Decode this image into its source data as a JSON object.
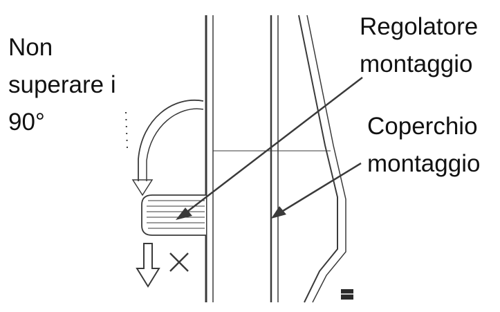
{
  "labels": {
    "warning": [
      "Non",
      "superare i",
      "90°"
    ],
    "regulator": [
      "Regolatore",
      "montaggio"
    ],
    "cover": [
      "Coperchio",
      "montaggio"
    ]
  },
  "icons": {
    "rotation": "curved-arrow-icon",
    "down": "down-arrow-icon",
    "forbidden": "cross-icon"
  },
  "colors": {
    "line": "#3a3a3a",
    "text": "#111111",
    "background": "#ffffff"
  }
}
